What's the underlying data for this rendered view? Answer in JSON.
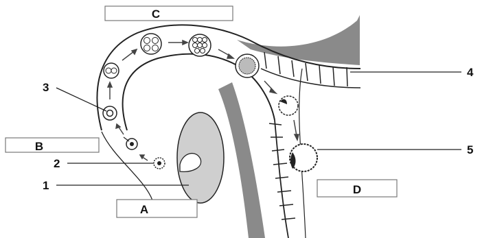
{
  "labels": {
    "box_c": "C",
    "box_b": "B",
    "box_a": "A",
    "box_d": "D",
    "num_1": "1",
    "num_2": "2",
    "num_3": "3",
    "num_4": "4",
    "num_5": "5"
  },
  "colors": {
    "tissue": "#8a8a8a",
    "ovary": "#cfcfcf",
    "line": "#222222",
    "box_border": "#777777"
  }
}
